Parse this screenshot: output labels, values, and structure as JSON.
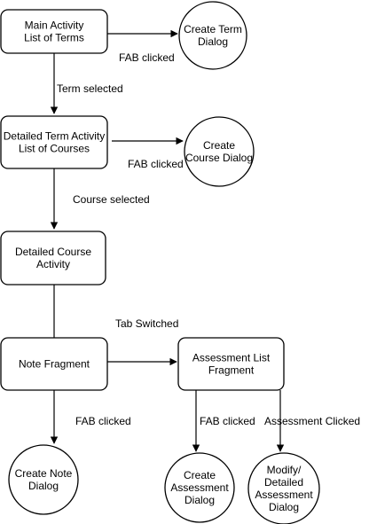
{
  "nodes": [
    {
      "id": "main",
      "shape": "rect",
      "lines": [
        "Main Activity",
        "List of Terms"
      ]
    },
    {
      "id": "create_term",
      "shape": "circle",
      "lines": [
        "Create Term",
        "Dialog"
      ]
    },
    {
      "id": "detail_term",
      "shape": "rect",
      "lines": [
        "Detailed Term Activity",
        "List of Courses"
      ]
    },
    {
      "id": "create_course",
      "shape": "circle",
      "lines": [
        "Create",
        "Course Dialog"
      ]
    },
    {
      "id": "detail_course",
      "shape": "rect",
      "lines": [
        "Detailed Course",
        "Activity"
      ]
    },
    {
      "id": "note_frag",
      "shape": "rect",
      "lines": [
        "Note Fragment"
      ]
    },
    {
      "id": "assess_list",
      "shape": "rect",
      "lines": [
        "Assessment List",
        "Fragment"
      ]
    },
    {
      "id": "create_note",
      "shape": "circle",
      "lines": [
        "Create Note",
        "Dialog"
      ]
    },
    {
      "id": "create_assess",
      "shape": "circle",
      "lines": [
        "Create",
        "Assessment",
        "Dialog"
      ]
    },
    {
      "id": "modify_assess",
      "shape": "circle",
      "lines": [
        "Modify/",
        "Detailed",
        "Assessment",
        "Dialog"
      ]
    }
  ],
  "edges": [
    {
      "id": "e1",
      "from": "main",
      "to": "create_term",
      "label": "FAB clicked"
    },
    {
      "id": "e2",
      "from": "main",
      "to": "detail_term",
      "label": "Term selected"
    },
    {
      "id": "e3",
      "from": "detail_term",
      "to": "create_course",
      "label": "FAB clicked"
    },
    {
      "id": "e4",
      "from": "detail_term",
      "to": "detail_course",
      "label": "Course selected"
    },
    {
      "id": "e5",
      "from": "detail_course",
      "to": "note_frag",
      "label": ""
    },
    {
      "id": "e6",
      "from": "note_frag",
      "to": "assess_list",
      "label": "Tab Switched"
    },
    {
      "id": "e7",
      "from": "note_frag",
      "to": "create_note",
      "label": "FAB clicked"
    },
    {
      "id": "e8",
      "from": "assess_list",
      "to": "create_assess",
      "label": "FAB clicked"
    },
    {
      "id": "e9",
      "from": "assess_list",
      "to": "modify_assess",
      "label": "Assessment Clicked"
    }
  ]
}
